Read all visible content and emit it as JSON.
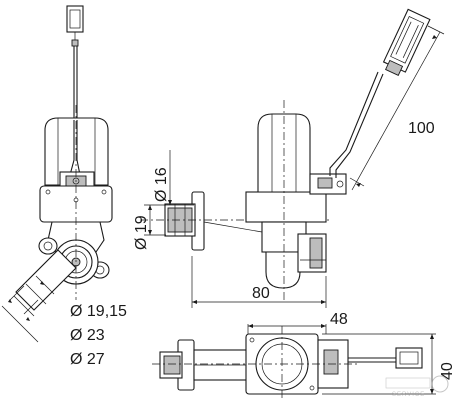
{
  "dimensions": {
    "length_100": "100",
    "dia_16": "Ø 16",
    "dia_19": "Ø 19",
    "length_80": "80",
    "length_48": "48",
    "length_40": "40",
    "dia_19_15": "Ø 19,15",
    "dia_23": "Ø 23",
    "dia_27": "Ø 27"
  },
  "watermark": {
    "text": "SERVICE"
  },
  "colors": {
    "line": "#1a1a1a",
    "shade": "#bdbdbd",
    "watermark": "#9a9a9a"
  }
}
